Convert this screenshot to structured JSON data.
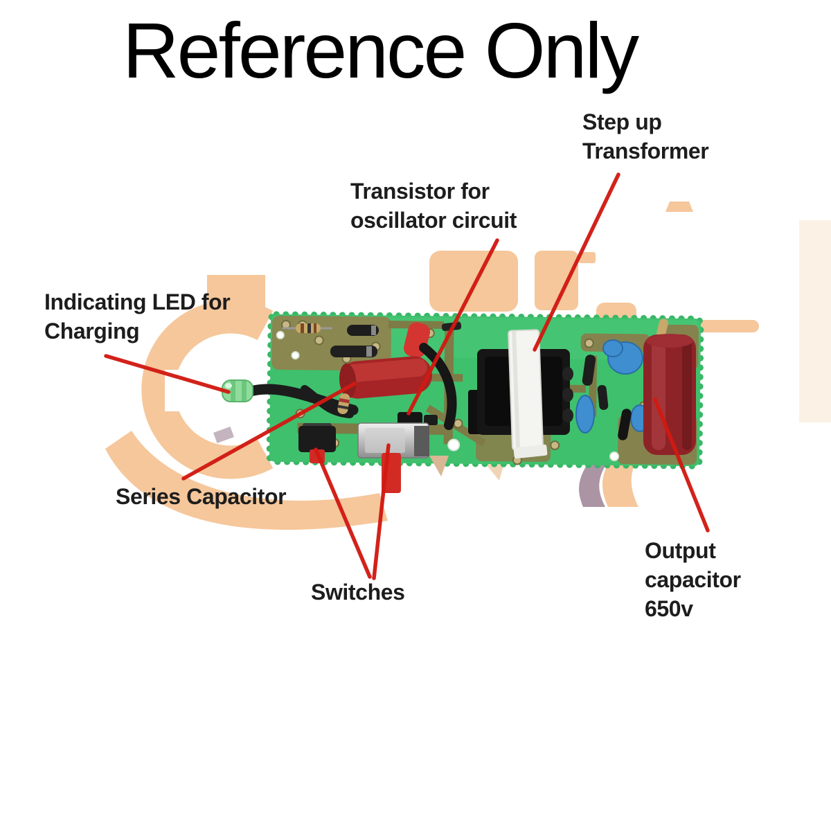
{
  "title": "Reference Only",
  "annotations": [
    {
      "id": "indicating-led",
      "label": "Indicating LED for Charging"
    },
    {
      "id": "series-capacitor",
      "label": "Series Capacitor"
    },
    {
      "id": "transistor",
      "label": "Transistor for oscillator circuit"
    },
    {
      "id": "step-up-transformer",
      "label": "Step up Transformer"
    },
    {
      "id": "switches",
      "label": "Switches"
    },
    {
      "id": "output-capacitor",
      "label": "Output capacitor 650v"
    }
  ],
  "board": {
    "components": [
      "charging-led",
      "led-wire",
      "input-resistor",
      "diodes",
      "series-capacitor",
      "oscillator-transistor",
      "tact-switch",
      "slide-switch",
      "switch-actuator",
      "step-up-transformer",
      "transformer-tape",
      "disc-capacitors",
      "output-capacitor"
    ]
  },
  "colors": {
    "annotation_red": "#D11A12",
    "board_green": "#3FC06D",
    "trace_olive": "#85824D",
    "watermark_orange": "#F5C79B",
    "watermark_purple": "#AB94A4",
    "series_capacitor_red": "#A62426",
    "output_capacitor_maroon": "#8E2327",
    "disc_capacitor_blue": "#3E8ED0",
    "transformer_black": "#161616",
    "tape_white": "#F4F4F1"
  }
}
